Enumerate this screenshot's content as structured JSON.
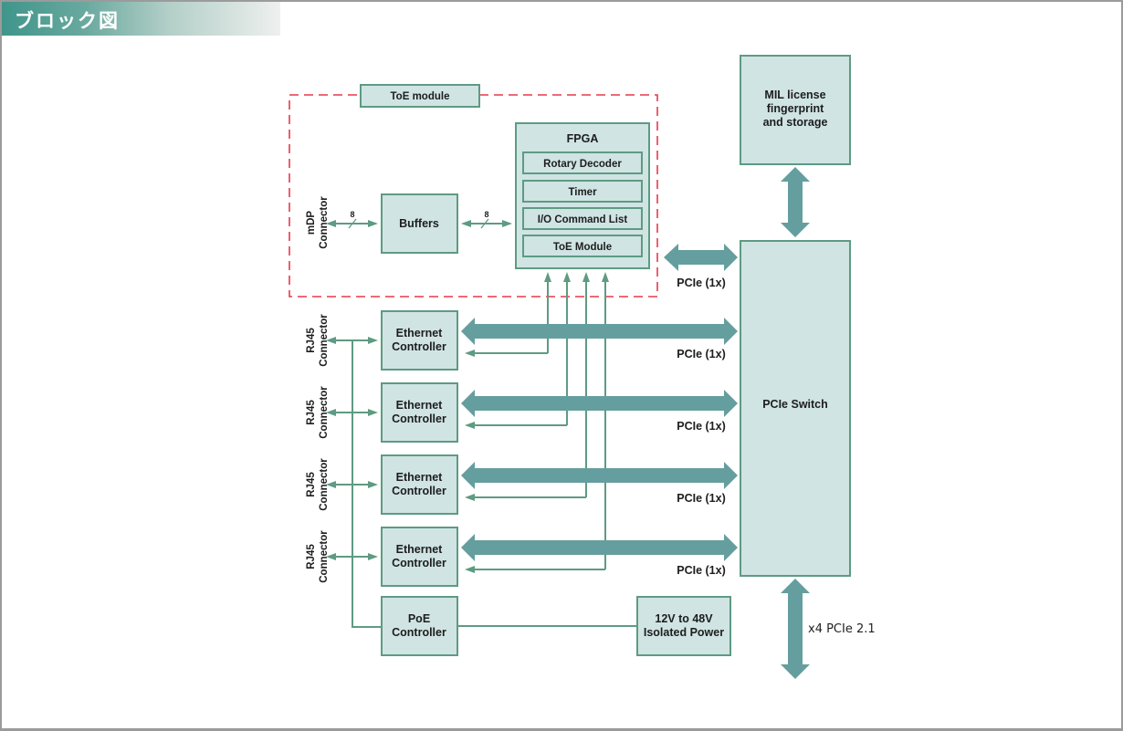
{
  "header": {
    "title": "ブロック図"
  },
  "diagram": {
    "dashed_region_label": "ToE module",
    "mdp_connector": [
      "mDP",
      "Connector"
    ],
    "bus_width_label": "8",
    "buffers": "Buffers",
    "fpga": {
      "title": "FPGA",
      "blocks": [
        "Rotary Decoder",
        "Timer",
        "I/O Command List",
        "ToE Module"
      ]
    },
    "mil_license": [
      "MIL license",
      "fingerprint",
      "and storage"
    ],
    "pcie_switch": "PCIe Switch",
    "pcie_link_label": "PCIe (1x)",
    "rj45_connector": [
      "RJ45",
      "Connector"
    ],
    "ethernet_controller": [
      "Ethernet",
      "Controller"
    ],
    "ethernet_count": 4,
    "poe_controller": [
      "PoE",
      "Controller"
    ],
    "isolated_power": [
      "12V to 48V",
      "Isolated Power"
    ],
    "host_link_label": "x4 PCIe 2.1"
  },
  "colors": {
    "box_fill": "#d0e4e4",
    "box_stroke": "#5e9b82",
    "bus": "#659e9e",
    "dashed_border": "#e8394b"
  }
}
